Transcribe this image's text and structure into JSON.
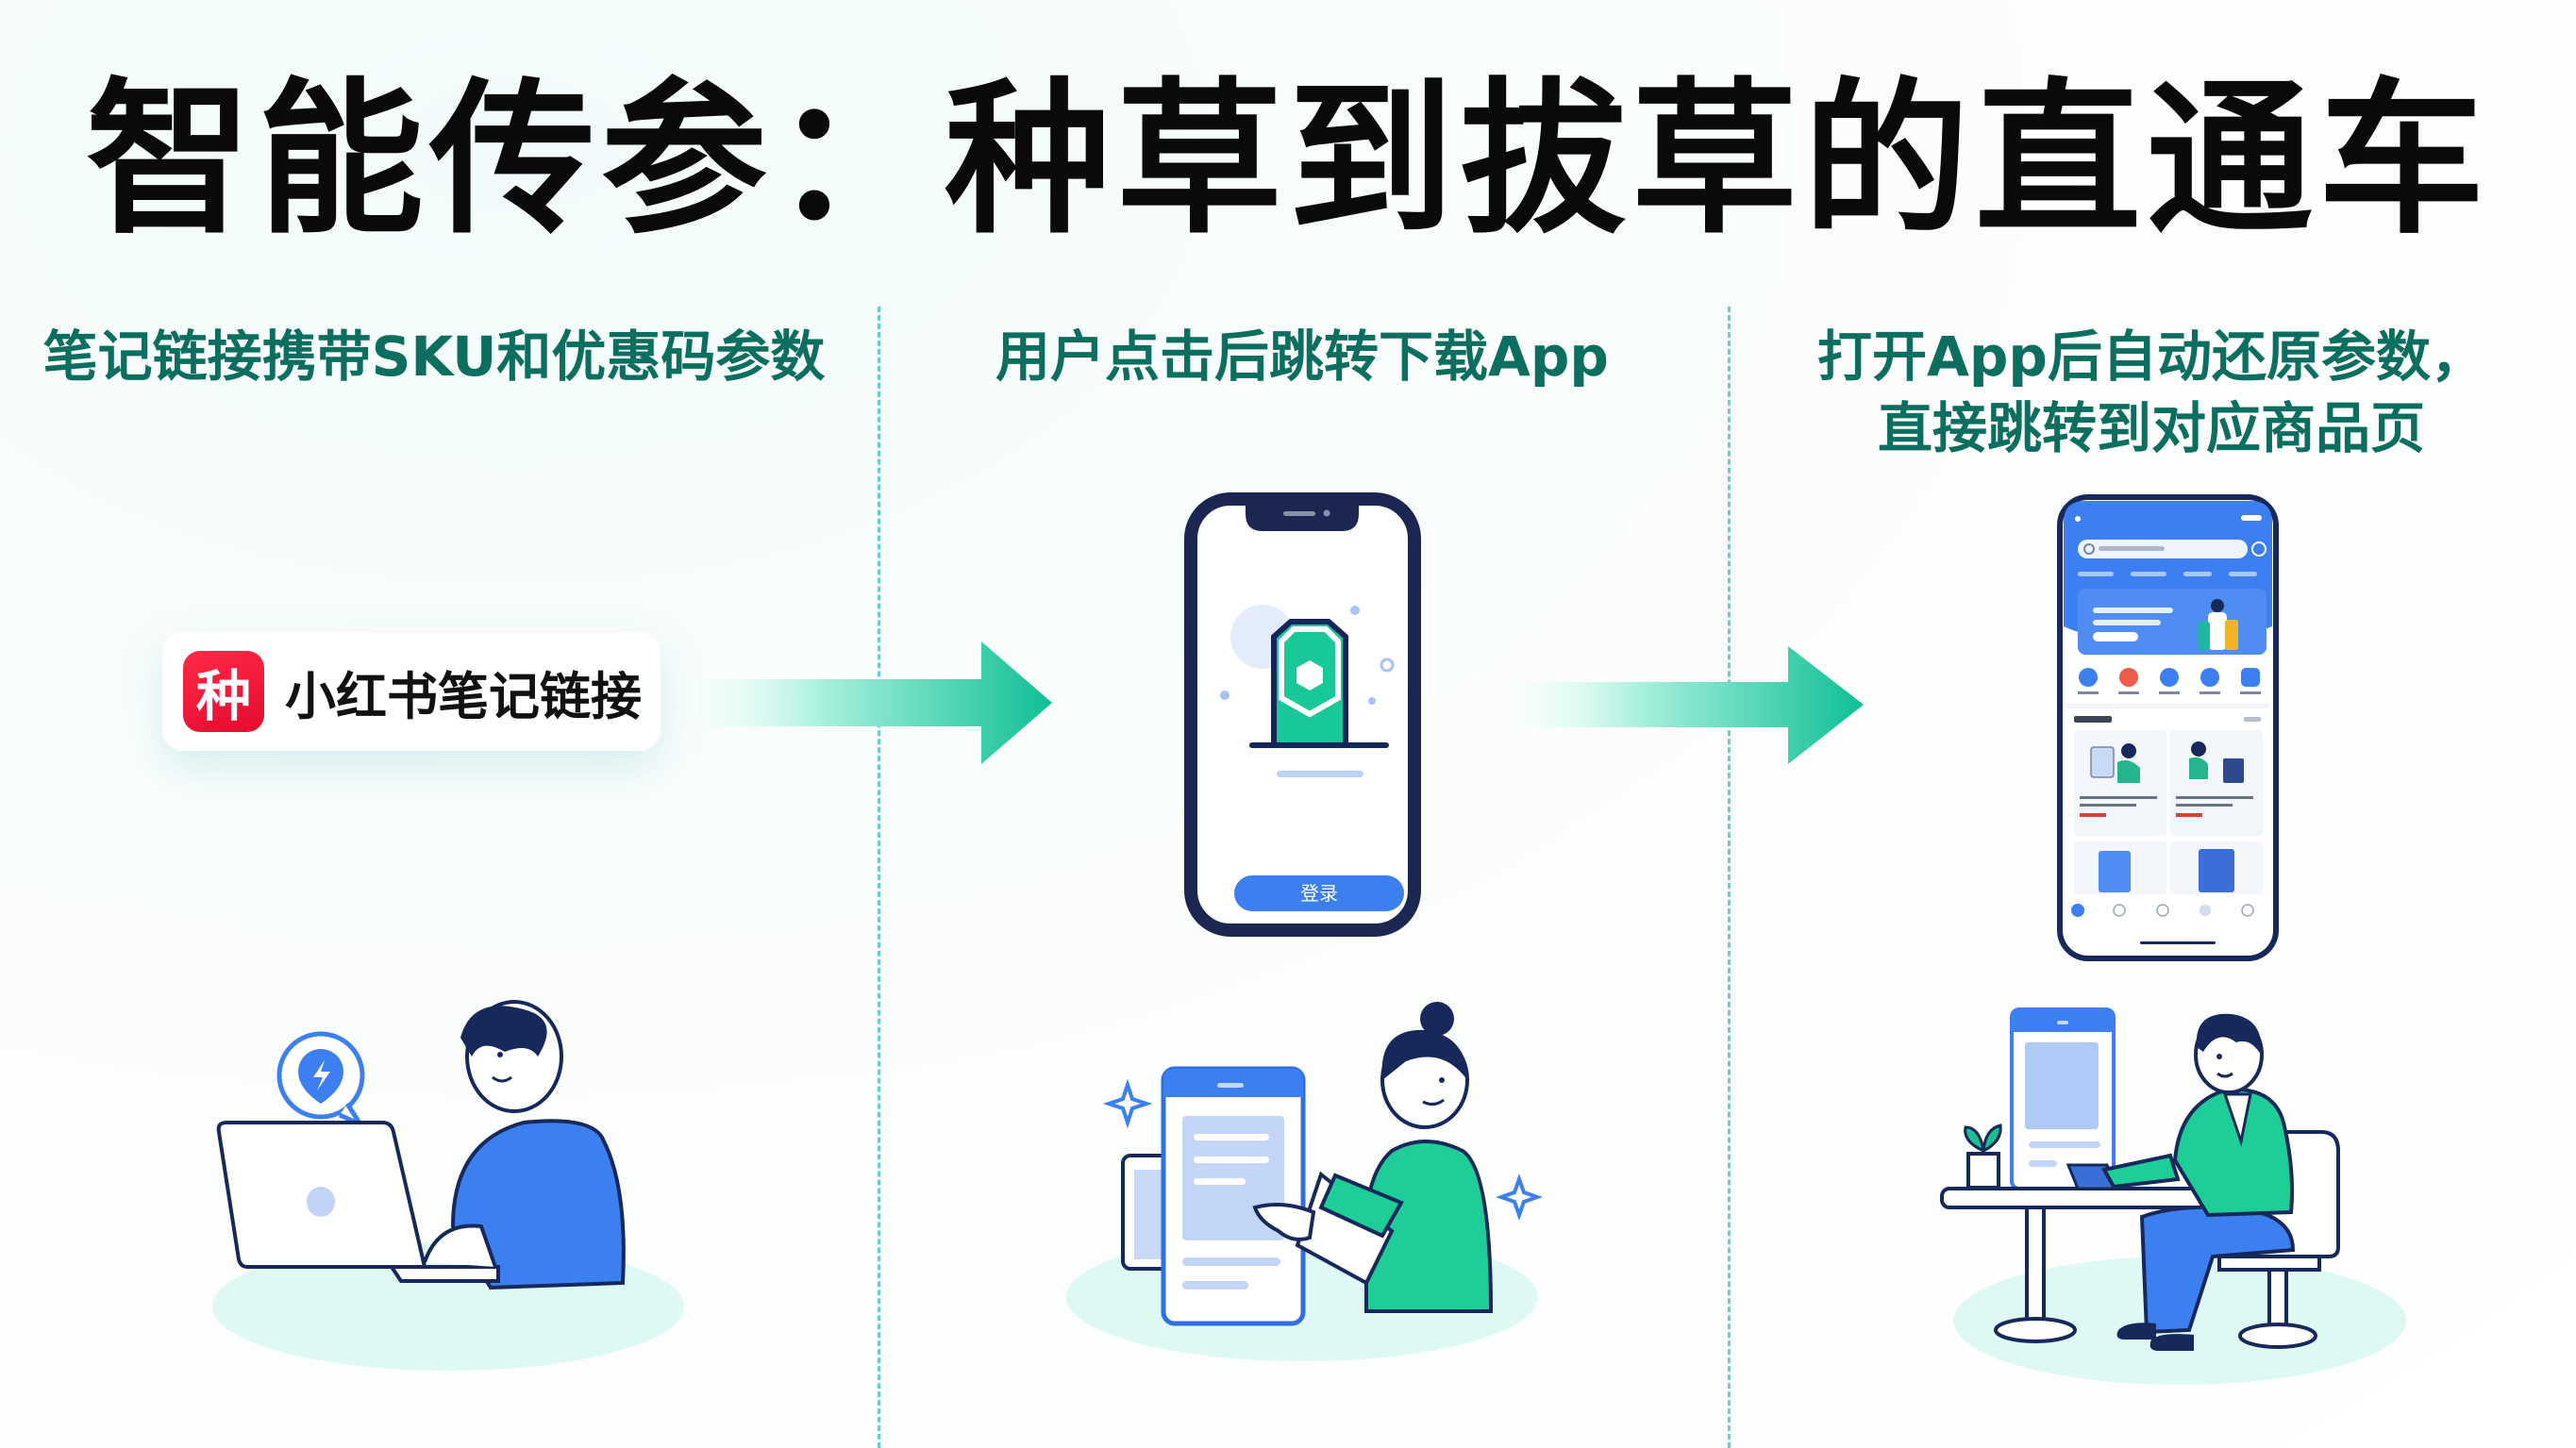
{
  "title": "智能传参：种草到拔草的直通车",
  "steps": [
    {
      "caption_lines": [
        "笔记链接携带SKU和优惠码参数"
      ],
      "card": {
        "badge_text": "种",
        "label": "小红书笔记链接"
      },
      "illustration": "person-with-laptop"
    },
    {
      "caption_lines": [
        "用户点击后跳转下载App"
      ],
      "phone": {
        "button_label": "登录",
        "icon": "app-install-icon"
      },
      "illustration": "person-pointing-at-phone"
    },
    {
      "caption_lines": [
        "打开App后自动还原参数，",
        "直接跳转到对应商品页"
      ],
      "phone": {
        "screen": "product-home-page"
      },
      "illustration": "person-at-desk"
    }
  ],
  "colors": {
    "title": "#0a0a0a",
    "caption": "#0b6e5e",
    "accent_green": "#12c095",
    "accent_blue": "#3b7ff0",
    "navy": "#142447",
    "badge_red": "#f0163a",
    "divider": "#4fc3cf"
  }
}
